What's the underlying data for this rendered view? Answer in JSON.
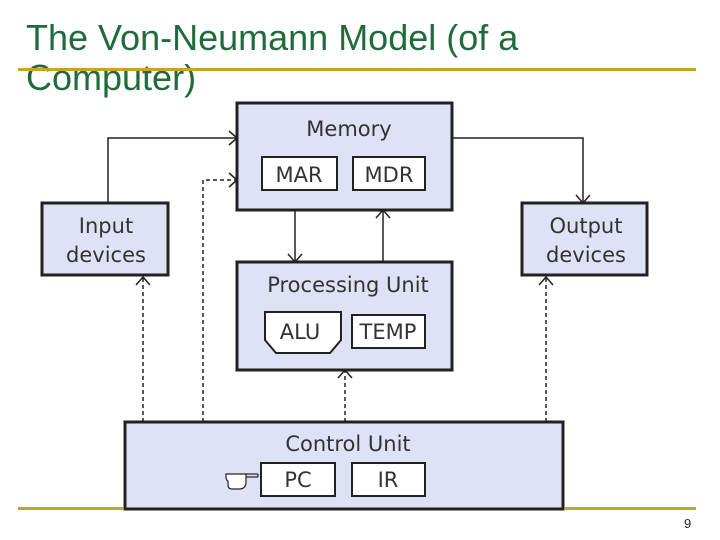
{
  "slide": {
    "title": "The Von-Neumann Model (of a Computer)",
    "page_number": "9"
  },
  "diagram": {
    "memory": {
      "label": "Memory",
      "registers": [
        "MAR",
        "MDR"
      ]
    },
    "input": {
      "label_line1": "Input",
      "label_line2": "devices"
    },
    "output": {
      "label_line1": "Output",
      "label_line2": "devices"
    },
    "processing": {
      "label": "Processing Unit",
      "alu": "ALU",
      "temp": "TEMP"
    },
    "control": {
      "label": "Control Unit",
      "pc": "PC",
      "ir": "IR"
    }
  },
  "colors": {
    "title": "#1f6b3a",
    "rule": "#c9a227",
    "box_fill": "#dfe1f6"
  }
}
